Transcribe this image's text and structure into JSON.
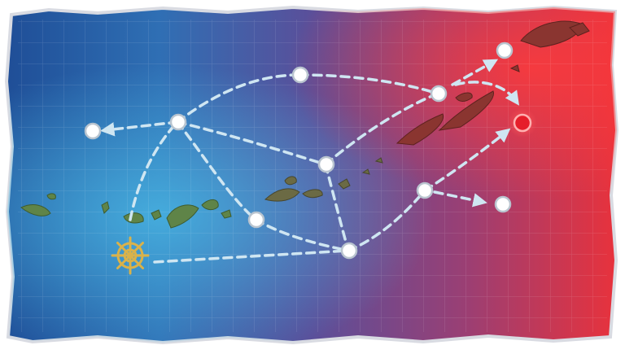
{
  "map": {
    "colors": {
      "sea_blue_dark": "#1f4e97",
      "sea_blue_light": "#3d9ed3",
      "sea_purple": "#7a3f86",
      "sea_red": "#e8323c",
      "route": "#cfe6f2",
      "node_fill": "#ffffff",
      "node_stroke": "#b9c4cf",
      "boss_fill": "#e61e2a",
      "island_green": "#5f8448",
      "island_red": "#8a3530",
      "compass_gold": "#d9b24a"
    },
    "icons": {
      "start": "ship-wheel-icon",
      "node": "node-marker-icon",
      "boss": "boss-node-icon"
    },
    "nodes": [
      {
        "id": "a",
        "type": "normal"
      },
      {
        "id": "b",
        "type": "normal"
      },
      {
        "id": "c",
        "type": "normal"
      },
      {
        "id": "d",
        "type": "normal"
      },
      {
        "id": "e",
        "type": "normal"
      },
      {
        "id": "f",
        "type": "normal"
      },
      {
        "id": "g",
        "type": "normal"
      },
      {
        "id": "h",
        "type": "normal"
      },
      {
        "id": "i",
        "type": "normal"
      },
      {
        "id": "j",
        "type": "normal"
      },
      {
        "id": "k",
        "type": "boss"
      }
    ]
  }
}
